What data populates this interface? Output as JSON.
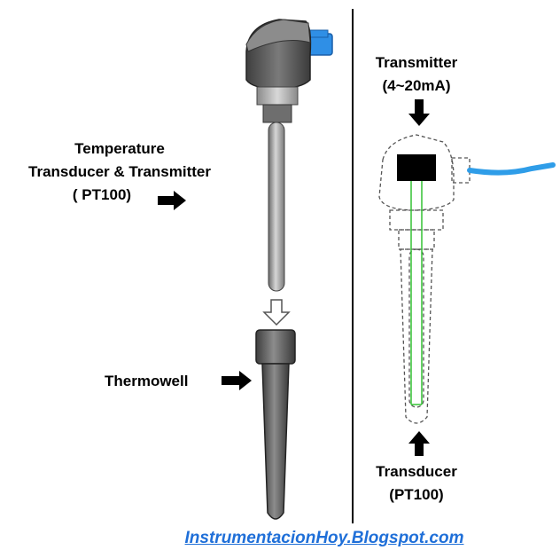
{
  "left_panel": {
    "transducer_label_line1": "Temperature",
    "transducer_label_line2": "Transducer & Transmitter",
    "transducer_label_line3": "( PT100)",
    "thermowell_label": "Thermowell"
  },
  "right_panel": {
    "transmitter_label_line1": "Transmitter",
    "transmitter_label_line2": "(4~20mA)",
    "transducer_label_line1": "Transducer",
    "transducer_label_line2": "(PT100)"
  },
  "watermark": "InstrumentacionHoy.Blogspot.com",
  "colors": {
    "connector_blue": "#2f8fe6",
    "cable_blue": "#2f9de8",
    "head_dark": "#5a5a5a",
    "sensor_green": "#33c233",
    "watermark_blue": "#1f6fd8"
  },
  "icons": {
    "pointer_arrow": "arrow-right-icon",
    "hollow_arrow": "arrow-down-outline-icon"
  }
}
